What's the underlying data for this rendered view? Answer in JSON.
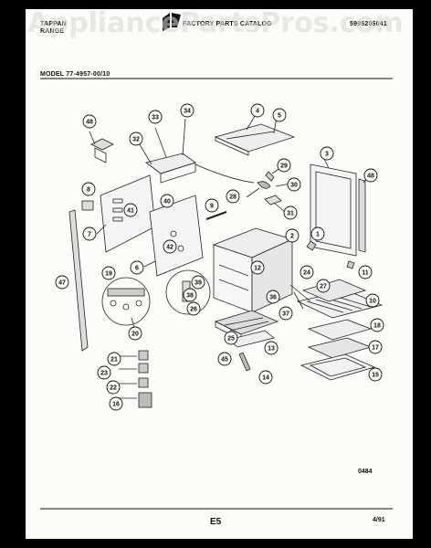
{
  "header": {
    "brand_line1": "TAPPAN",
    "brand_line2": "RANGE",
    "catalog_title": "FACTORY PARTS CATALOG",
    "catalog_number": "5995206041",
    "model_label": "MODEL 77-4957-00/10"
  },
  "watermark": "AppliancePartsPros.com",
  "callouts": [
    "48",
    "33",
    "34",
    "4",
    "5",
    "32",
    "3",
    "29",
    "48",
    "8",
    "30",
    "28",
    "40",
    "9",
    "41",
    "31",
    "7",
    "2",
    "42",
    "1",
    "12",
    "47",
    "6",
    "11",
    "39",
    "24",
    "19",
    "27",
    "38",
    "36",
    "10",
    "26",
    "37",
    "20",
    "18",
    "25",
    "17",
    "13",
    "45",
    "21",
    "15",
    "23",
    "14",
    "22",
    "16"
  ],
  "footer": {
    "drawing_code": "0484",
    "page_code": "E5",
    "date_code": "4/91"
  }
}
